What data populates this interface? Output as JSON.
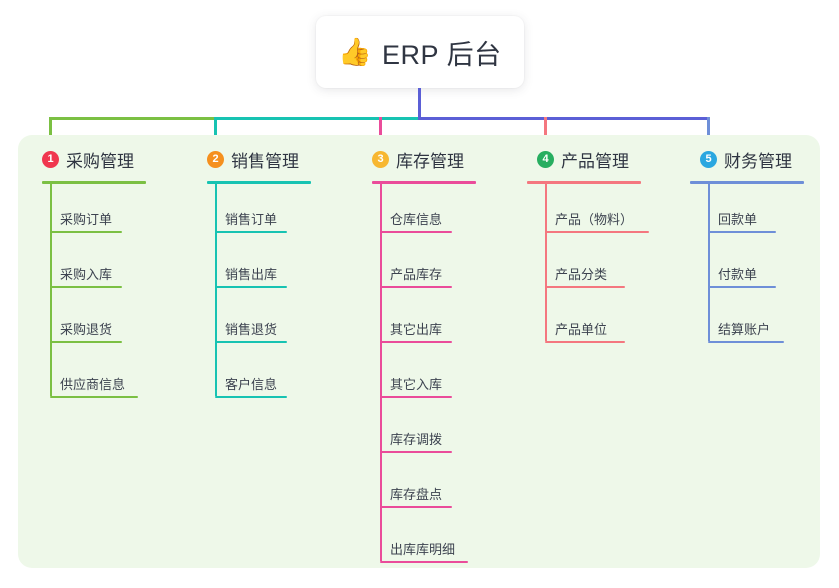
{
  "diagram": {
    "title": {
      "emoji": "icon-thumbs-up",
      "emoji_glyph": "👍",
      "text": "ERP 后台"
    },
    "panel_color": "#eef8e9",
    "connector_segments": [
      {
        "name": "trunk-vertical",
        "color": "#5b5fd6"
      },
      {
        "name": "bar-left-green",
        "color": "#7bc043"
      },
      {
        "name": "bar-mid-teal",
        "color": "#17c3b2"
      },
      {
        "name": "bar-right-purple",
        "color": "#5b5fd6"
      }
    ],
    "columns": [
      {
        "number": "1",
        "title": "采购管理",
        "badge_color": "#f0374f",
        "line_color": "#7bc043",
        "items": [
          {
            "label": "采购订单",
            "rule_width": 72
          },
          {
            "label": "采购入库",
            "rule_width": 72
          },
          {
            "label": "采购退货",
            "rule_width": 72
          },
          {
            "label": "供应商信息",
            "rule_width": 88
          }
        ]
      },
      {
        "number": "2",
        "title": "销售管理",
        "badge_color": "#f5901e",
        "line_color": "#17c3b2",
        "items": [
          {
            "label": "销售订单",
            "rule_width": 72
          },
          {
            "label": "销售出库",
            "rule_width": 72
          },
          {
            "label": "销售退货",
            "rule_width": 72
          },
          {
            "label": "客户信息",
            "rule_width": 72
          }
        ]
      },
      {
        "number": "3",
        "title": "库存管理",
        "badge_color": "#f7b731",
        "line_color": "#ea4c9a",
        "items": [
          {
            "label": "仓库信息",
            "rule_width": 72
          },
          {
            "label": "产品库存",
            "rule_width": 72
          },
          {
            "label": "其它出库",
            "rule_width": 72
          },
          {
            "label": "其它入库",
            "rule_width": 72
          },
          {
            "label": "库存调拨",
            "rule_width": 72
          },
          {
            "label": "库存盘点",
            "rule_width": 72
          },
          {
            "label": "出库库明细",
            "rule_width": 88
          }
        ]
      },
      {
        "number": "4",
        "title": "产品管理",
        "badge_color": "#27ae60",
        "line_color": "#f4777f",
        "items": [
          {
            "label": "产品（物料）",
            "rule_width": 104
          },
          {
            "label": "产品分类",
            "rule_width": 80
          },
          {
            "label": "产品单位",
            "rule_width": 80
          }
        ]
      },
      {
        "number": "5",
        "title": "财务管理",
        "badge_color": "#2aa7e0",
        "line_color": "#6e8fd8",
        "items": [
          {
            "label": "回款单",
            "rule_width": 68
          },
          {
            "label": "付款单",
            "rule_width": 68
          },
          {
            "label": "结算账户",
            "rule_width": 76
          }
        ]
      }
    ]
  }
}
